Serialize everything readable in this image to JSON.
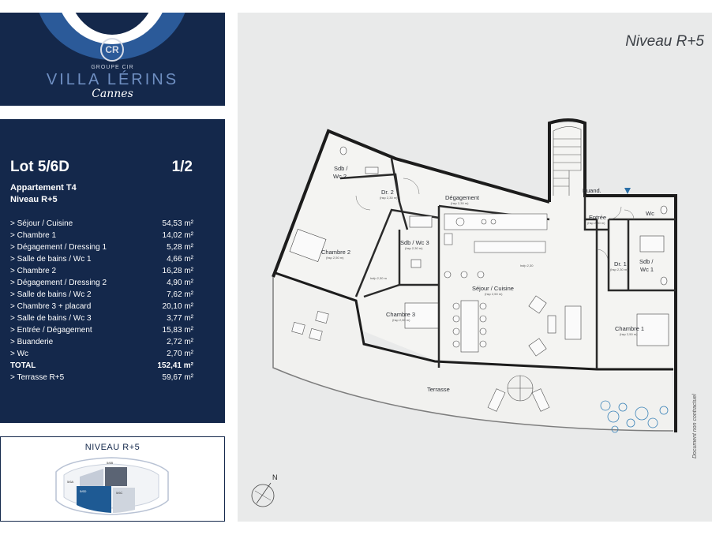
{
  "brand": {
    "monogram": "CR",
    "group": "GROUPE CIR",
    "name": "VILLA LÉRINS",
    "city": "Cannes"
  },
  "lot": {
    "title": "Lot 5/6D",
    "page": "1/2",
    "type": "Appartement T4",
    "level": "Niveau R+5"
  },
  "rooms": [
    {
      "name": "> Séjour / Cuisine",
      "area": "54,53 m²"
    },
    {
      "name": "> Chambre 1",
      "area": "14,02 m²"
    },
    {
      "name": "> Dégagement / Dressing 1",
      "area": "5,28 m²"
    },
    {
      "name": "> Salle de bains / Wc 1",
      "area": "4,66 m²"
    },
    {
      "name": "> Chambre 2",
      "area": "16,28 m²"
    },
    {
      "name": "> Dégagement / Dressing 2",
      "area": "4,90 m²"
    },
    {
      "name": "> Salle de bains / Wc 2",
      "area": "7,62 m²"
    },
    {
      "name": "> Chambre 3 + placard",
      "area": "20,10 m²"
    },
    {
      "name": "> Salle de bains / Wc 3",
      "area": "3,77 m²"
    },
    {
      "name": "> Entrée / Dégagement",
      "area": "15,83 m²"
    },
    {
      "name": "> Buanderie",
      "area": "2,72 m²"
    },
    {
      "name": "> Wc",
      "area": "2,70 m²"
    }
  ],
  "total": {
    "name": "TOTAL",
    "area": "152,41 m²"
  },
  "terrace": {
    "name": "> Terrasse R+5",
    "area": "59,67 m²"
  },
  "mini_map": {
    "title": "NIVEAU R+5",
    "lots": [
      "5/6A",
      "5/6B",
      "5/6C",
      "5/6D"
    ]
  },
  "plan": {
    "level": "Niveau R+5",
    "disclaimer": "Document non contractuel",
    "north": "N",
    "rooms": {
      "sdb2": "Sdb /",
      "sdb2b": "Wc 2",
      "dr2": "Dr. 2",
      "degagement": "Dégagement",
      "buanderie": "Buand.",
      "entree": "Entrée",
      "wc": "Wc",
      "sdb3": "Sdb / Wc 3",
      "chambre2": "Chambre 2",
      "dr1": "Dr. 1",
      "sdb1": "Sdb /",
      "sdb1b": "Wc 1",
      "sejour": "Séjour / Cuisine",
      "chambre3": "Chambre 3",
      "chambre1": "Chambre 1",
      "terrasse": "Terrasse"
    },
    "heights": {
      "h230": "(hsp 2,30 m)",
      "h250": "(hsp 2,50 m)",
      "hsp230": "hsfp 2,30",
      "hsp230b": "hsfp 2,30 m"
    }
  },
  "colors": {
    "navy": "#14284b",
    "accent_blue": "#2b5a99",
    "plan_bg": "#e9eaea"
  }
}
